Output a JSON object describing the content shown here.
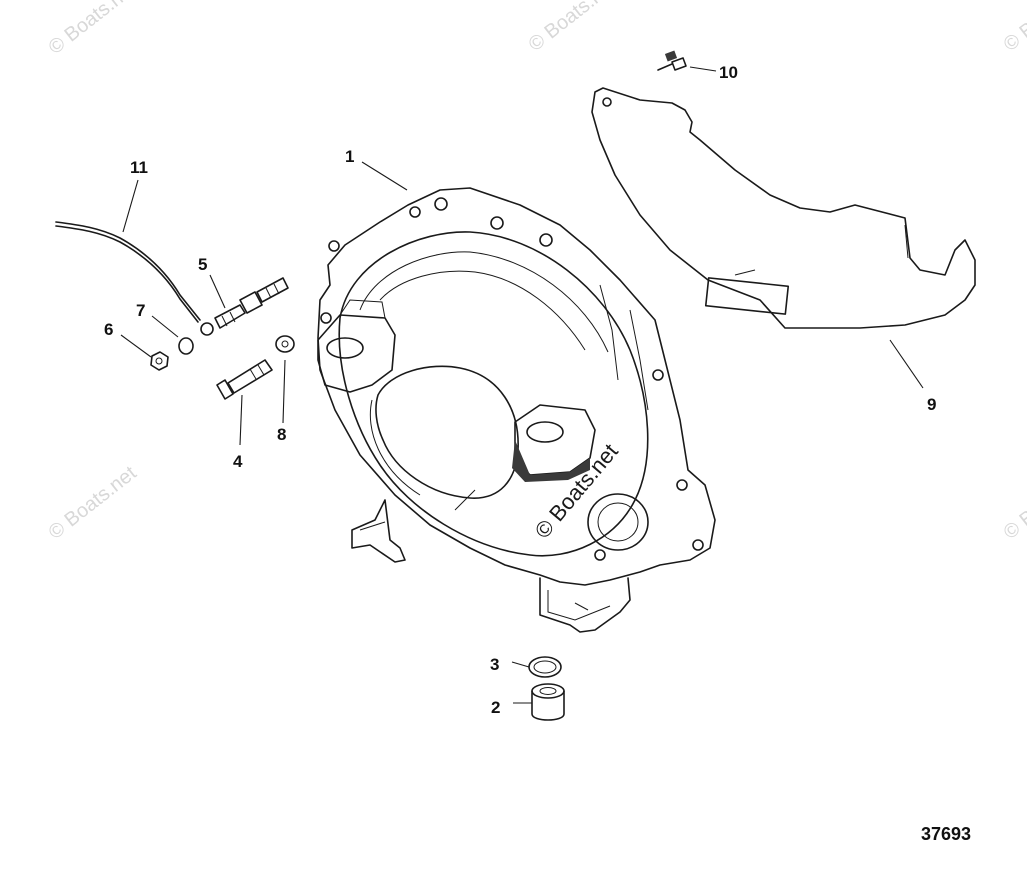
{
  "diagram": {
    "figure_number": "37693",
    "watermark_text": "© Boats.net",
    "callouts": [
      {
        "id": "1",
        "label": "1"
      },
      {
        "id": "2",
        "label": "2"
      },
      {
        "id": "3",
        "label": "3"
      },
      {
        "id": "4",
        "label": "4"
      },
      {
        "id": "5",
        "label": "5"
      },
      {
        "id": "6",
        "label": "6"
      },
      {
        "id": "7",
        "label": "7"
      },
      {
        "id": "8",
        "label": "8"
      },
      {
        "id": "9",
        "label": "9"
      },
      {
        "id": "10",
        "label": "10"
      },
      {
        "id": "11",
        "label": "11"
      }
    ]
  }
}
